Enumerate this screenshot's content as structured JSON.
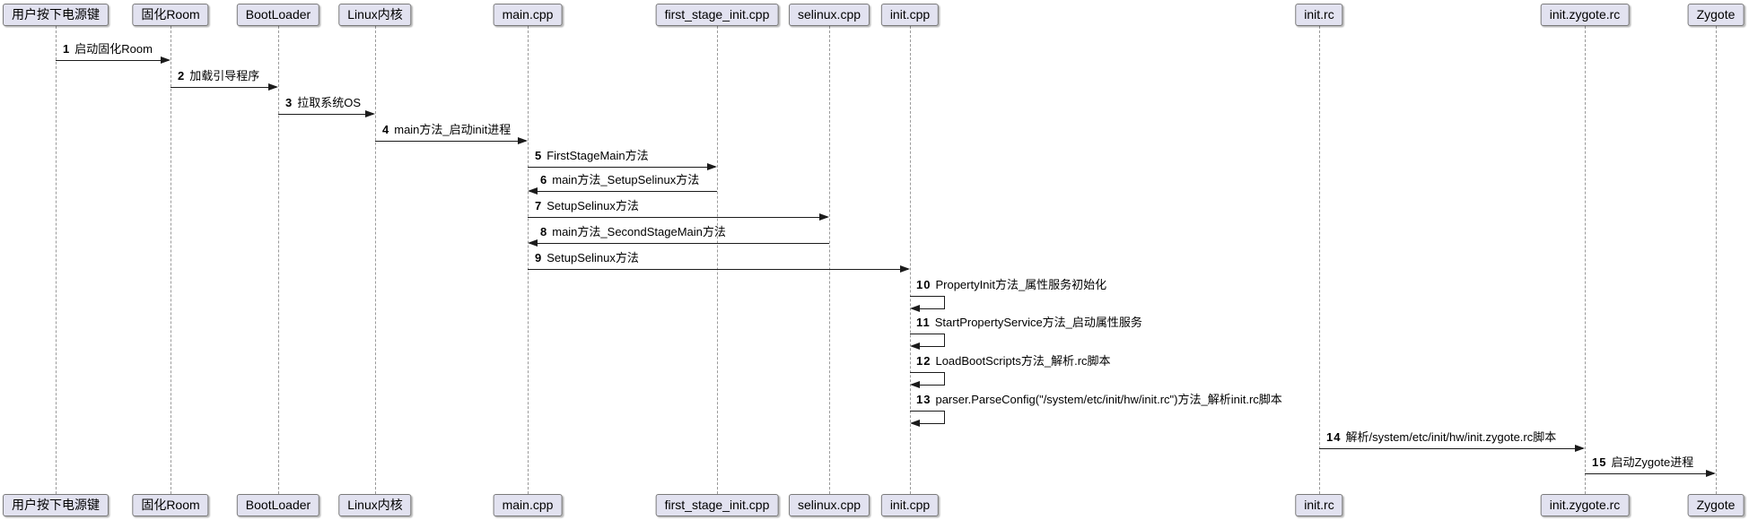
{
  "diagram": {
    "type": "sequence-diagram",
    "participants": [
      {
        "id": "user",
        "label": "用户按下电源键"
      },
      {
        "id": "rom",
        "label": "固化Room"
      },
      {
        "id": "bootloader",
        "label": "BootLoader"
      },
      {
        "id": "kernel",
        "label": "Linux内核"
      },
      {
        "id": "main_cpp",
        "label": "main.cpp"
      },
      {
        "id": "first_stage_init_cpp",
        "label": "first_stage_init.cpp"
      },
      {
        "id": "selinux_cpp",
        "label": "selinux.cpp"
      },
      {
        "id": "init_cpp",
        "label": "init.cpp"
      },
      {
        "id": "init_rc",
        "label": "init.rc"
      },
      {
        "id": "init_zygote_rc",
        "label": "init.zygote.rc"
      },
      {
        "id": "zygote",
        "label": "Zygote"
      }
    ],
    "messages": [
      {
        "num": "1",
        "from": "user",
        "to": "rom",
        "text": "启动固化Room"
      },
      {
        "num": "2",
        "from": "rom",
        "to": "bootloader",
        "text": "加载引导程序"
      },
      {
        "num": "3",
        "from": "bootloader",
        "to": "kernel",
        "text": "拉取系统OS"
      },
      {
        "num": "4",
        "from": "kernel",
        "to": "main_cpp",
        "text": "main方法_启动init进程"
      },
      {
        "num": "5",
        "from": "main_cpp",
        "to": "first_stage_init_cpp",
        "text": "FirstStageMain方法"
      },
      {
        "num": "6",
        "from": "first_stage_init_cpp",
        "to": "main_cpp",
        "text": "main方法_SetupSelinux方法"
      },
      {
        "num": "7",
        "from": "main_cpp",
        "to": "selinux_cpp",
        "text": "SetupSelinux方法"
      },
      {
        "num": "8",
        "from": "selinux_cpp",
        "to": "main_cpp",
        "text": "main方法_SecondStageMain方法"
      },
      {
        "num": "9",
        "from": "main_cpp",
        "to": "init_cpp",
        "text": "SetupSelinux方法"
      },
      {
        "num": "10",
        "from": "init_cpp",
        "to": "init_cpp",
        "text": "PropertyInit方法_属性服务初始化"
      },
      {
        "num": "11",
        "from": "init_cpp",
        "to": "init_cpp",
        "text": "StartPropertyService方法_启动属性服务"
      },
      {
        "num": "12",
        "from": "init_cpp",
        "to": "init_cpp",
        "text": "LoadBootScripts方法_解析.rc脚本"
      },
      {
        "num": "13",
        "from": "init_cpp",
        "to": "init_cpp",
        "text": "parser.ParseConfig(\"/system/etc/init/hw/init.rc\")方法_解析init.rc脚本"
      },
      {
        "num": "14",
        "from": "init_rc",
        "to": "init_zygote_rc",
        "text": "解析/system/etc/init/hw/init.zygote.rc脚本"
      },
      {
        "num": "15",
        "from": "init_zygote_rc",
        "to": "zygote",
        "text": "启动Zygote进程"
      }
    ],
    "colors": {
      "participant_fill": "#E2E2F0",
      "participant_border": "#7a7a7a",
      "lifeline": "#9a9a9a",
      "arrow": "#1b1b1b",
      "text": "#000000",
      "background": "#ffffff"
    }
  }
}
